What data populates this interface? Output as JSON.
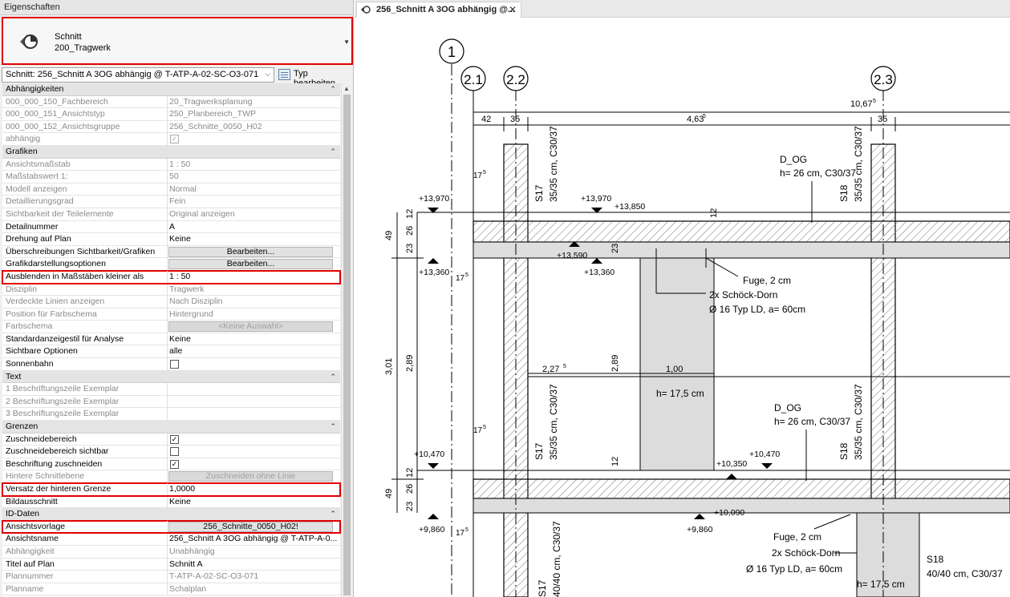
{
  "panel": {
    "title": "Eigenschaften",
    "type_name": "Schnitt",
    "type_sub": "200_Tragwerk",
    "instance_selector": "Schnitt: 256_Schnitt A 3OG abhängig @ T-ATP-A-02-SC-O3-071",
    "edit_type": "Typ bearbeiten"
  },
  "rows": [
    {
      "kind": "section",
      "k": "Abhängigkeiten"
    },
    {
      "k": "000_000_150_Fachbereich",
      "v": "20_Tragwerksplanung",
      "dis": true
    },
    {
      "k": "000_000_151_Ansichtstyp",
      "v": "250_Planbereich_TWP",
      "dis": true
    },
    {
      "k": "000_000_152_Ansichtsgruppe",
      "v": "256_Schnitte_0050_H02",
      "dis": true
    },
    {
      "k": "abhängig",
      "check": "✓",
      "dis": true
    },
    {
      "kind": "section",
      "k": "Grafiken"
    },
    {
      "k": "Ansichtsmaßstab",
      "v": "1 : 50",
      "dis": true
    },
    {
      "k": "Maßstabswert 1:",
      "v": "50",
      "dis": true
    },
    {
      "k": "Modell anzeigen",
      "v": "Normal",
      "dis": true
    },
    {
      "k": "Detaillierungsgrad",
      "v": "Fein",
      "dis": true
    },
    {
      "k": "Sichtbarkeit der Teilelemente",
      "v": "Original anzeigen",
      "dis": true
    },
    {
      "k": "Detailnummer",
      "v": "A"
    },
    {
      "k": "Drehung auf Plan",
      "v": "Keine"
    },
    {
      "k": "Überschreibungen Sichtbarkeit/Grafiken",
      "btn": "Bearbeiten..."
    },
    {
      "k": "Grafikdarstellungsoptionen",
      "btn": "Bearbeiten..."
    },
    {
      "k": "Ausblenden in Maßstäben kleiner als",
      "v": "1 : 50",
      "hl": true
    },
    {
      "k": "Disziplin",
      "v": "Tragwerk",
      "dis": true
    },
    {
      "k": "Verdeckte Linien anzeigen",
      "v": "Nach Disziplin",
      "dis": true
    },
    {
      "k": "Position für Farbschema",
      "v": "Hintergrund",
      "dis": true
    },
    {
      "k": "Farbschema",
      "btn": "<Keine Auswahl>",
      "btndis": true,
      "dis": true
    },
    {
      "k": "Standardanzeigestil für Analyse",
      "v": "Keine"
    },
    {
      "k": "Sichtbare Optionen",
      "v": "alle"
    },
    {
      "k": "Sonnenbahn",
      "check": ""
    },
    {
      "kind": "section",
      "k": "Text"
    },
    {
      "k": "1 Beschriftungszeile Exemplar",
      "v": "",
      "dis": true
    },
    {
      "k": "2 Beschriftungszeile Exemplar",
      "v": "",
      "dis": true
    },
    {
      "k": "3 Beschriftungszeile Exemplar",
      "v": "",
      "dis": true
    },
    {
      "kind": "section",
      "k": "Grenzen"
    },
    {
      "k": "Zuschneidebereich",
      "check": "✓"
    },
    {
      "k": "Zuschneidebereich sichtbar",
      "check": ""
    },
    {
      "k": "Beschriftung zuschneiden",
      "check": "✓"
    },
    {
      "k": "Hintere Schnittebene",
      "btn": "Zuschneiden ohne Linie",
      "btndis": true,
      "dis": true
    },
    {
      "k": "Versatz der hinteren Grenze",
      "v": "1,0000",
      "hl": true
    },
    {
      "k": "Bildausschnitt",
      "v": "Keine"
    },
    {
      "kind": "section",
      "k": "ID-Daten"
    },
    {
      "k": "Ansichtsvorlage",
      "btn": "256_Schnitte_0050_H02!",
      "hl": true
    },
    {
      "k": "Ansichtsname",
      "v": "256_Schnitt A 3OG abhängig @ T-ATP-A-0..."
    },
    {
      "k": "Abhängigkeit",
      "v": "Unabhängig",
      "dis": true
    },
    {
      "k": "Titel auf Plan",
      "v": "Schnitt A"
    },
    {
      "k": "Plannummer",
      "v": "T-ATP-A-02-SC-O3-071",
      "dis": true
    },
    {
      "k": "Planname",
      "v": "Schalplan",
      "dis": true
    }
  ],
  "view": {
    "tab_title": "256_Schnitt A 3OG abhängig @...",
    "tab_close": "✕"
  },
  "drawing": {
    "grid": {
      "g1": "1",
      "g21": "2.1",
      "g22": "2.2",
      "g23": "2.3"
    },
    "dims": {
      "d42": "42",
      "d35a": "35",
      "d463": "4,63",
      "d463s": "5",
      "d1067": "10,67",
      "d1067s": "5",
      "d35b": "35",
      "d175a": "17",
      "d175as": "5",
      "d175b": "17",
      "d175bs": "5",
      "d175c": "17",
      "d175cs": "5",
      "d175d": "17",
      "d175ds": "5",
      "d49a": "49",
      "d26a": "26",
      "d23a": "23",
      "d12a": "12",
      "d12b": "12",
      "d23b": "23",
      "d301": "3,01",
      "d289a": "2,89",
      "d289b": "2,89",
      "d227": "2,27",
      "d227s": "5",
      "d100": "1,00",
      "d49b": "49",
      "d26b": "26",
      "d23c": "23",
      "d12c": "12",
      "d12d": "12"
    },
    "levels": {
      "l13970a": "+13,970",
      "l13970b": "+13,970",
      "l13850": "+13,850",
      "l13590": "+13,590",
      "l13360a": "+13,360",
      "l13360b": "+13,360",
      "l10470a": "+10,470",
      "l10470b": "+10,470",
      "l10350": "+10,350",
      "l10090": "+10,090",
      "l9860a": "+9,860",
      "l9860b": "+9,860"
    },
    "labels": {
      "dog1": "D_OG",
      "dog1b": "h= 26 cm, C30/37",
      "dog2": "D_OG",
      "dog2b": "h= 26 cm, C30/37",
      "fuge1": "Fuge, 2 cm",
      "schoeck1": "2x Schöck-Dorn",
      "dorn1": "Ø 16 Typ LD, a= 60cm",
      "fuge2": "Fuge, 2 cm",
      "schoeck2": "2x Schöck-Dorn",
      "dorn2": "Ø 16 Typ LD, a= 60cm",
      "h175a": "h= 17,5 cm",
      "h175b": "h= 17,5 cm",
      "s17a": "S17",
      "s17ad": "35/35 cm, C30/37",
      "s18a": "S18",
      "s18ad": "35/35 cm, C30/37",
      "s17b": "S17",
      "s17bd": "35/35 cm, C30/37",
      "s18b": "S18",
      "s18bd": "35/35 cm, C30/37",
      "s17c": "S17",
      "s17cd": "40/40 cm, C30/37",
      "s18c": "S18",
      "s18cd": "40/40 cm, C30/37"
    }
  }
}
